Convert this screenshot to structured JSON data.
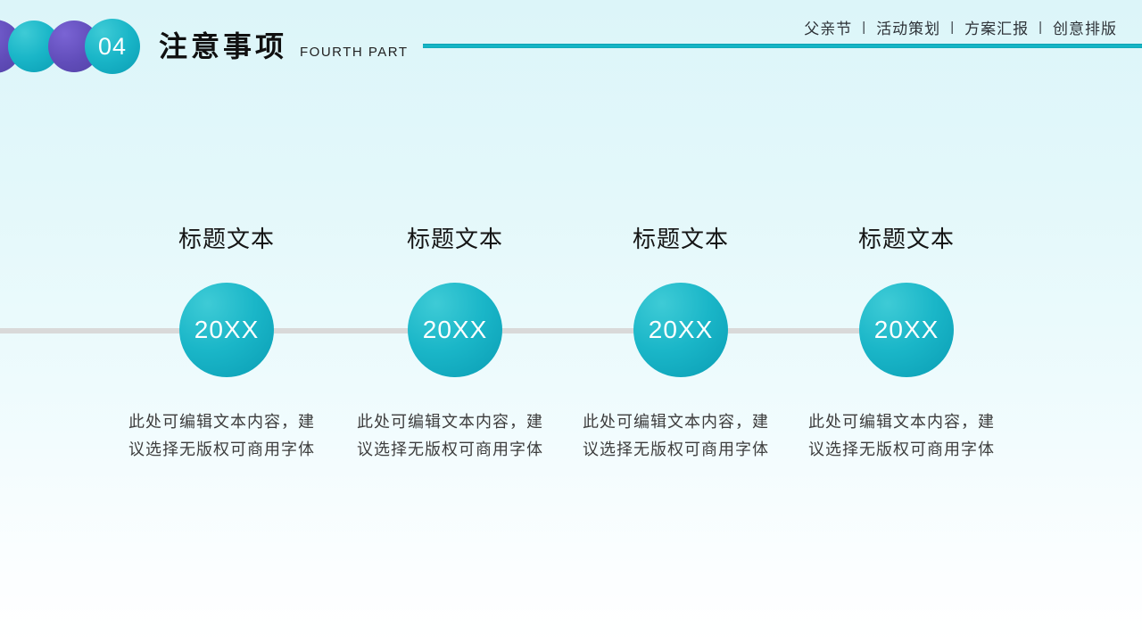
{
  "slide": {
    "background_top_color": "#dcf5f9",
    "background_bottom_color": "#ffffff",
    "accent_teal": "#14b2c4",
    "accent_purple": "#5f4cba",
    "timeline_line_color": "#d9d9d9"
  },
  "header": {
    "badge_number": "04",
    "title": "注意事项",
    "subtitle": "FOURTH PART",
    "nav_separator": "|",
    "nav_items": [
      "父亲节",
      "活动策划",
      "方案汇报",
      "创意排版"
    ]
  },
  "timeline": {
    "nodes": [
      {
        "title": "标题文本",
        "year": "20XX",
        "description": "此处可编辑文本内容，建议选择无版权可商用字体"
      },
      {
        "title": "标题文本",
        "year": "20XX",
        "description": "此处可编辑文本内容，建议选择无版权可商用字体"
      },
      {
        "title": "标题文本",
        "year": "20XX",
        "description": "此处可编辑文本内容，建议选择无版权可商用字体"
      },
      {
        "title": "标题文本",
        "year": "20XX",
        "description": "此处可编辑文本内容，建议选择无版权可商用字体"
      }
    ]
  }
}
